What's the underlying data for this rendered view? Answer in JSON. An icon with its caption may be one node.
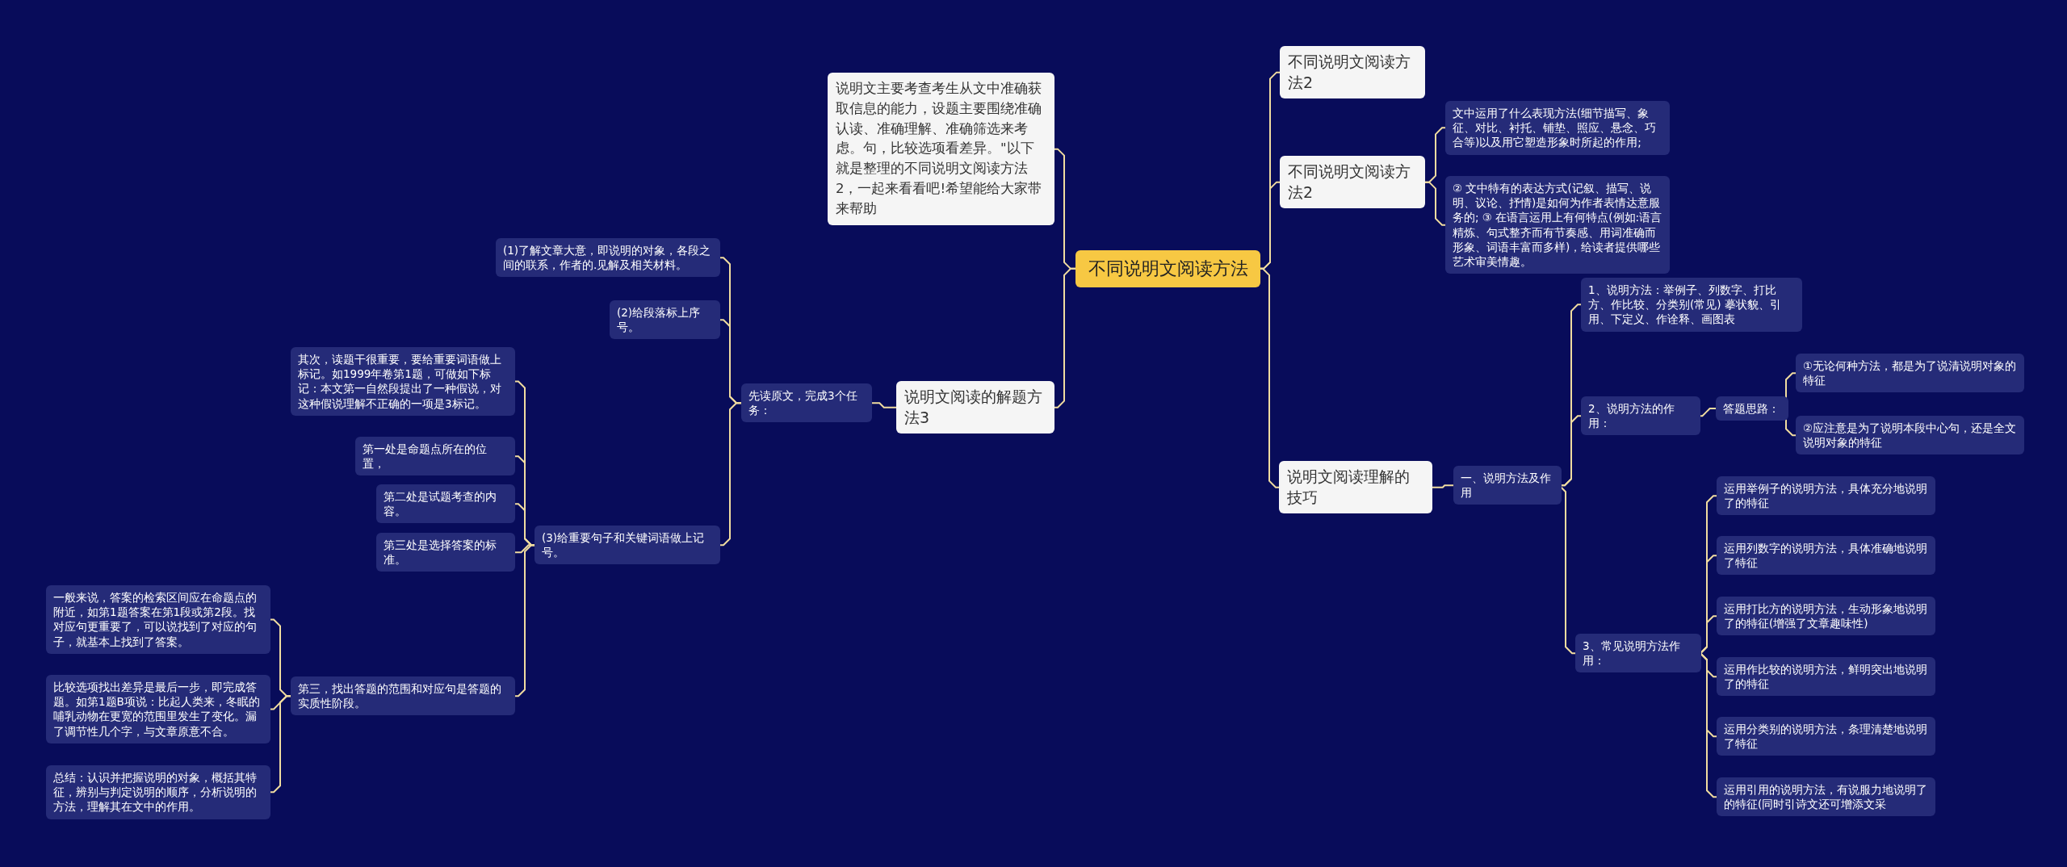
{
  "diagram": {
    "nodes": [
      {
        "text": [
          "不同说明文阅读方法"
        ]
      },
      {
        "text": [
          "说明文主要考查考生从文中准确获取信息的能力，设题主要围绕准确认读、准确理解、准确筛选来考虑。句，比较选项看差异。\"以下就是整理的不同说明文阅读方法2，一起来看看吧!希望能给大家带来帮助"
        ]
      },
      {
        "text": [
          "说明文阅读的解题方法3"
        ]
      },
      {
        "text": [
          "先读原文，完成3个任务："
        ]
      },
      {
        "text": [
          "(1)了解文章大意，即说明的对象，各段之间的联系，作者的.见解及相关材料。"
        ]
      },
      {
        "text": [
          "(2)给段落标上序号。"
        ]
      },
      {
        "text": [
          "(3)给重要句子和关键词语做上记号。"
        ]
      },
      {
        "text": [
          "其次，读题干很重要，要给重要词语做上标记。如1999年卷第1题，可做如下标记：本文第一自然段提出了一种假说，对这种假说理解不正确的一项是3标记。"
        ]
      },
      {
        "text": [
          "第一处是命题点所在的位置，"
        ]
      },
      {
        "text": [
          "第二处是试题考查的内容。"
        ]
      },
      {
        "text": [
          "第三处是选择答案的标准。"
        ]
      },
      {
        "text": [
          "第三，找出答题的范围和对应句是答题的实质性阶段。"
        ]
      },
      {
        "text": [
          "一般来说，答案的检索区间应在命题点的附近，如第1题答案在第1段或第2段。找对应句更重要了，可以说找到了对应的句子，就基本上找到了答案。"
        ]
      },
      {
        "text": [
          "比较选项找出差异是最后一步，即完成答题。如第1题B项说：比起人类来，冬眠的哺乳动物在更宽的范围里发生了变化。漏了调节性几个字，与文章原意不合。"
        ]
      },
      {
        "text": [
          "总结：认识并把握说明的对象，概括其特征，辨别与判定说明的顺序，分析说明的方法，理解其在文中的作用。"
        ]
      },
      {
        "text": [
          "不同说明文阅读方法2"
        ]
      },
      {
        "text": [
          "不同说明文阅读方法2"
        ]
      },
      {
        "text": [
          "文中运用了什么表现方法(细节描写、象征、对比、衬托、铺垫、照应、悬念、巧合等)以及用它塑造形象时所起的作用;"
        ]
      },
      {
        "text": [
          "② 文中特有的表达方式(记叙、描写、说明、议论、抒情)是如何为作者表情达意服务的; ③ 在语言运用上有何特点(例如:语言精炼、句式整齐而有节奏感、用词准确而形象、词语丰富而多样)，给读者提供哪些艺术审美情趣。"
        ]
      },
      {
        "text": [
          "说明文阅读理解的技巧"
        ]
      },
      {
        "text": [
          "一、说明方法及作用"
        ]
      },
      {
        "text": [
          "1、说明方法：举例子、列数字、打比方、作比较、分类别(常见) 摹状貌、引用、下定义、作诠释、画图表"
        ]
      },
      {
        "text": [
          "2、说明方法的作用："
        ]
      },
      {
        "text": [
          "答题思路："
        ]
      },
      {
        "text": [
          "①无论何种方法，都是为了说清说明对象的特征"
        ]
      },
      {
        "text": [
          "②应注意是为了说明本段中心句，还是全文说明对象的特征"
        ]
      },
      {
        "text": [
          "3、常见说明方法作用："
        ]
      },
      {
        "text": [
          "运用举例子的说明方法，具体充分地说明了的特征"
        ]
      },
      {
        "text": [
          "运用列数字的说明方法，具体准确地说明了特征"
        ]
      },
      {
        "text": [
          "运用打比方的说明方法，生动形象地说明了的特征(增强了文章趣味性)"
        ]
      },
      {
        "text": [
          "运用作比较的说明方法，鲜明突出地说明了的特征"
        ]
      },
      {
        "text": [
          "运用分类别的说明方法，条理清楚地说明了特征"
        ]
      },
      {
        "text": [
          "运用引用的说明方法，有说服力地说明了的特征(同时引诗文还可增添文采"
        ]
      }
    ],
    "edges": [
      {
        "from": 0,
        "to": 1,
        "arrow": "none"
      },
      {
        "from": 0,
        "to": 2,
        "arrow": "none"
      },
      {
        "from": 2,
        "to": 3,
        "arrow": "none"
      },
      {
        "from": 3,
        "to": 4,
        "arrow": "none"
      },
      {
        "from": 3,
        "to": 5,
        "arrow": "none"
      },
      {
        "from": 3,
        "to": 6,
        "arrow": "none"
      },
      {
        "from": 6,
        "to": 7,
        "arrow": "none"
      },
      {
        "from": 6,
        "to": 8,
        "arrow": "none"
      },
      {
        "from": 6,
        "to": 9,
        "arrow": "none"
      },
      {
        "from": 6,
        "to": 10,
        "arrow": "none"
      },
      {
        "from": 6,
        "to": 11,
        "arrow": "none"
      },
      {
        "from": 11,
        "to": 12,
        "arrow": "none"
      },
      {
        "from": 11,
        "to": 13,
        "arrow": "none"
      },
      {
        "from": 11,
        "to": 14,
        "arrow": "none"
      },
      {
        "from": 0,
        "to": 15,
        "arrow": "none"
      },
      {
        "from": 0,
        "to": 16,
        "arrow": "none"
      },
      {
        "from": 16,
        "to": 17,
        "arrow": "none"
      },
      {
        "from": 16,
        "to": 18,
        "arrow": "none"
      },
      {
        "from": 0,
        "to": 19,
        "arrow": "none"
      },
      {
        "from": 19,
        "to": 20,
        "arrow": "none"
      },
      {
        "from": 20,
        "to": 21,
        "arrow": "none"
      },
      {
        "from": 20,
        "to": 22,
        "arrow": "none"
      },
      {
        "from": 22,
        "to": 23,
        "arrow": "none"
      },
      {
        "from": 23,
        "to": 24,
        "arrow": "none"
      },
      {
        "from": 23,
        "to": 25,
        "arrow": "none"
      },
      {
        "from": 20,
        "to": 26,
        "arrow": "none"
      },
      {
        "from": 26,
        "to": 27,
        "arrow": "none"
      },
      {
        "from": 26,
        "to": 28,
        "arrow": "none"
      },
      {
        "from": 26,
        "to": 29,
        "arrow": "none"
      },
      {
        "from": 26,
        "to": 30,
        "arrow": "none"
      },
      {
        "from": 26,
        "to": 31,
        "arrow": "none"
      },
      {
        "from": 26,
        "to": 32,
        "arrow": "none"
      }
    ]
  }
}
